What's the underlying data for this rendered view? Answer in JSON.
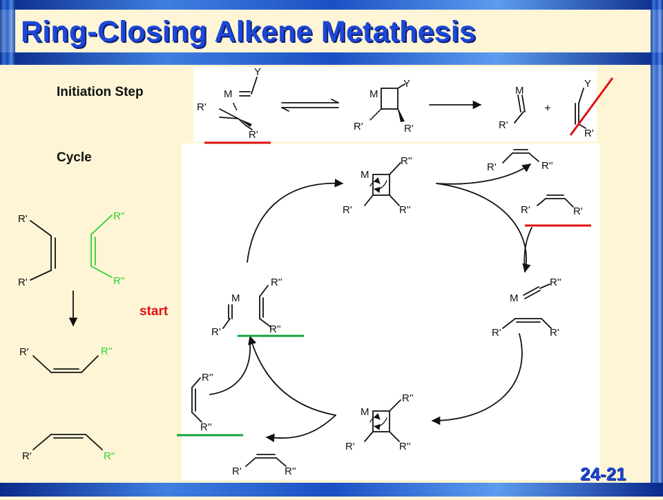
{
  "title": "Ring-Closing Alkene Metathesis",
  "labels": {
    "initiation": "Initiation Step",
    "cycle": "Cycle",
    "start": "start",
    "slide_number": "24-21"
  },
  "atoms": {
    "M": "M",
    "Y": "Y",
    "R1": "R'",
    "R2": "R''",
    "plus": "+"
  },
  "colors": {
    "title": "#1d47d6",
    "background": "#fdf5d6",
    "green_group": "#2bd12b",
    "strike_red": "#e01010",
    "mark_green": "#0da43c"
  }
}
